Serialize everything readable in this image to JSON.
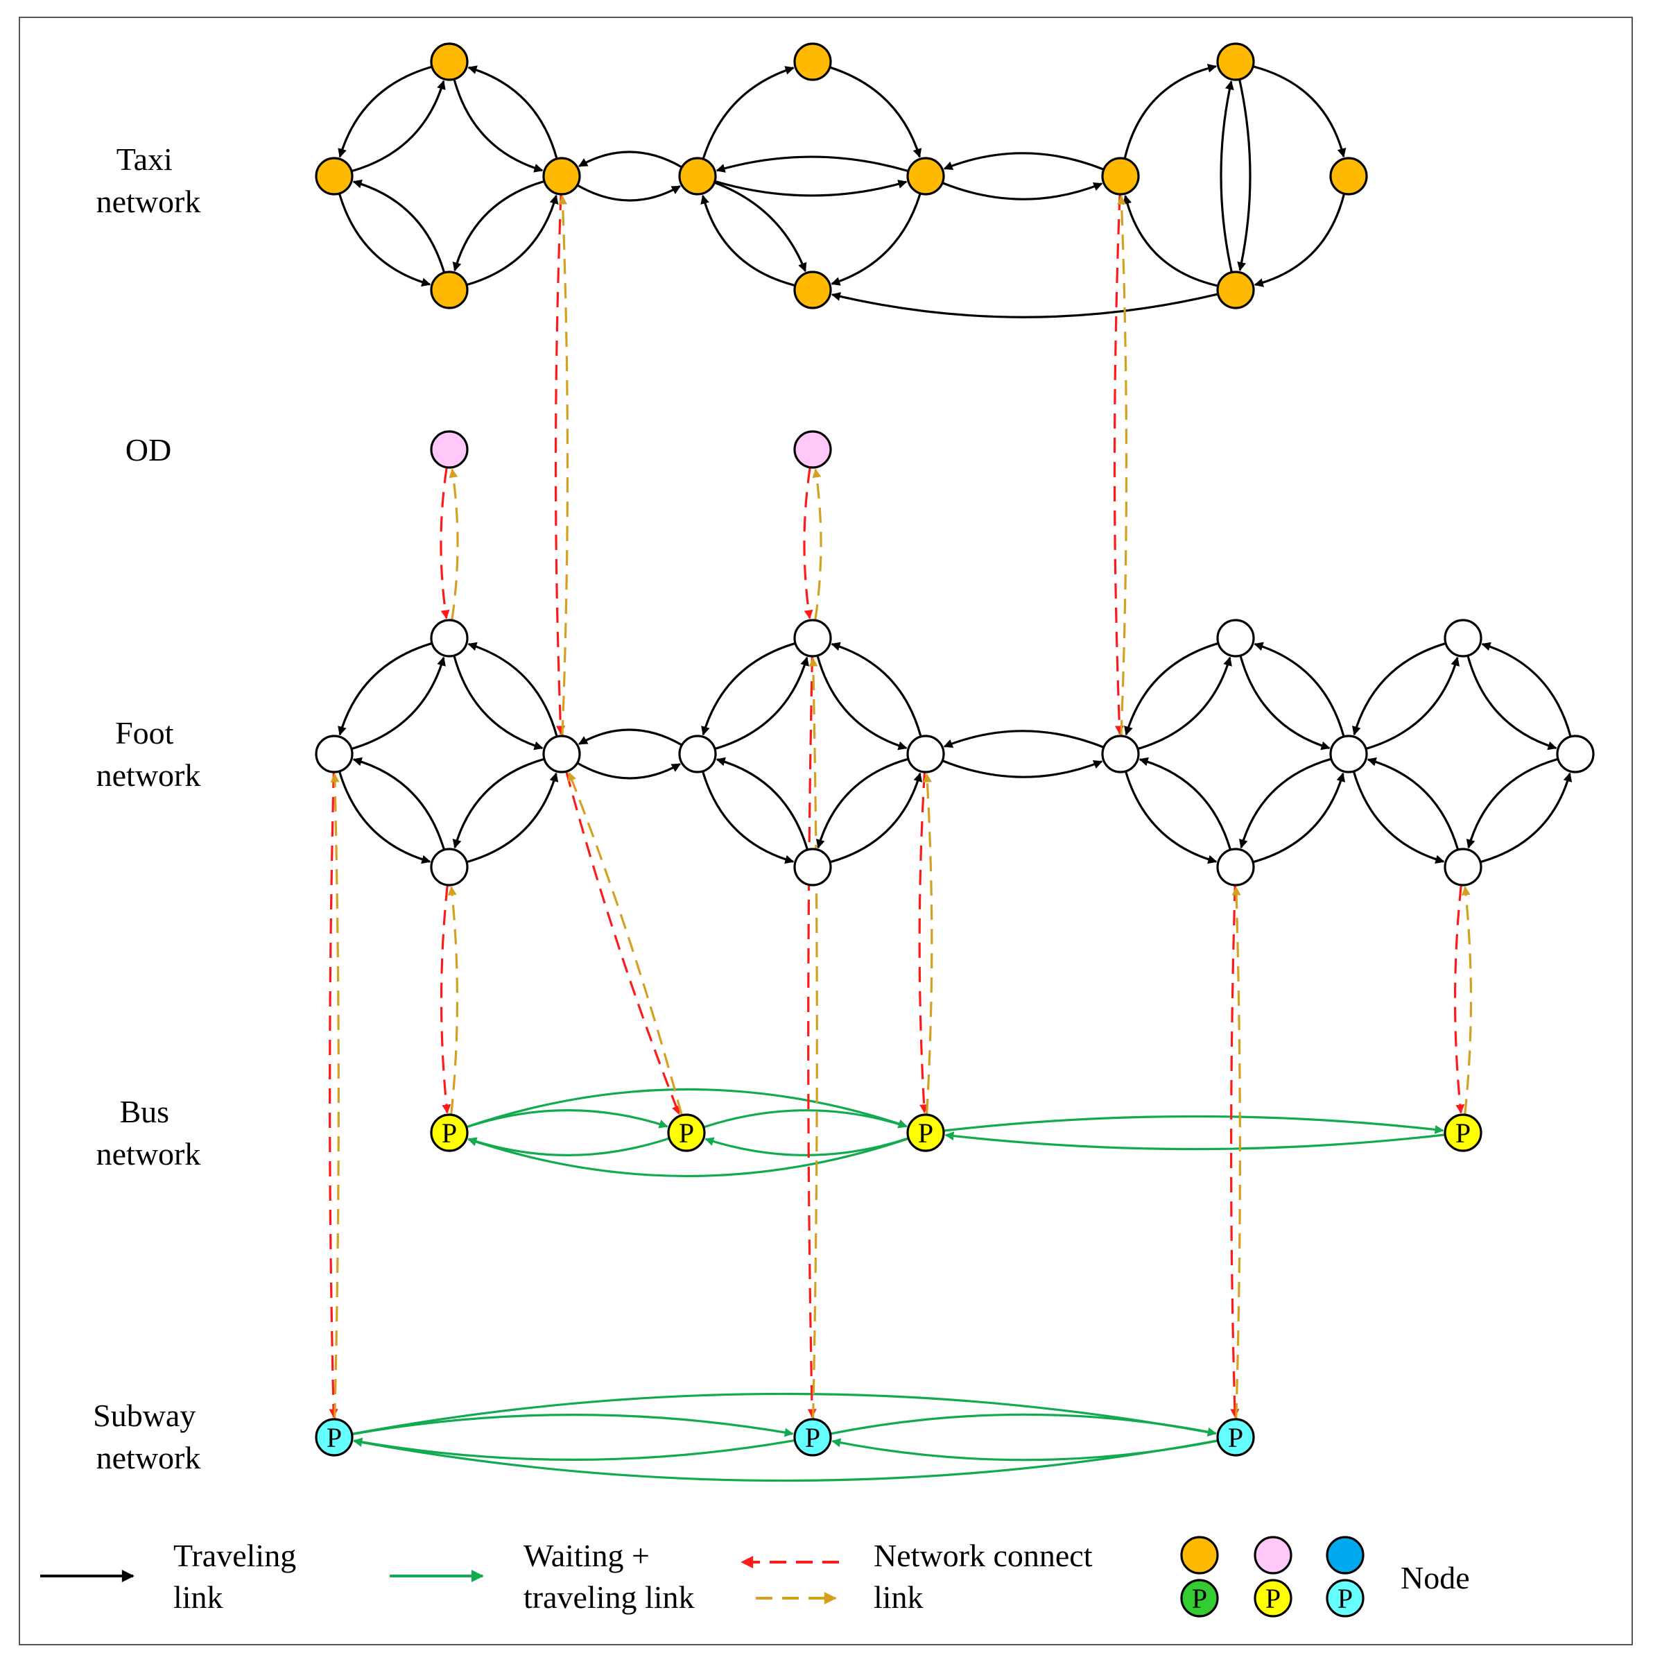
{
  "colors": {
    "taxi": "#FFB900",
    "od": "#FFC8F8",
    "foot": "#FFFFFF",
    "bus": "#FFFF00",
    "subway": "#66FFFF",
    "blue": "#00A9EE",
    "green_node": "#33CC33",
    "traveling": "#000000",
    "waiting": "#11AA4E",
    "connect_red": "#FF1A1A",
    "connect_gold": "#D4A020"
  },
  "labels": {
    "taxi": [
      "Taxi",
      "network"
    ],
    "od": [
      "OD"
    ],
    "foot": [
      "Foot",
      "network"
    ],
    "bus": [
      "Bus",
      "network"
    ],
    "subway": [
      "Subway",
      "network"
    ]
  },
  "legend": {
    "traveling": [
      "Traveling",
      "link"
    ],
    "waiting": [
      "Waiting +",
      "traveling link"
    ],
    "connect": [
      "Network connect",
      "link"
    ],
    "node": "Node",
    "stop_letter": "P"
  }
}
